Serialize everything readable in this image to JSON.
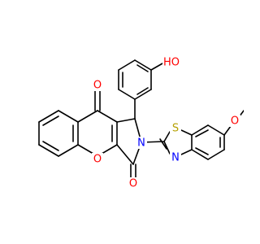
{
  "molecule": {
    "atoms": {
      "oxygen_ketone": "O",
      "oxygen_chromene": "O",
      "oxygen_lactam": "O",
      "hydroxyl": "HO",
      "nitrogen_ring": "N",
      "nitrogen_thiazole": "N",
      "sulfur": "S",
      "methoxy_oxygen": "O"
    },
    "colors": {
      "oxygen": "#ff0000",
      "nitrogen": "#0000ff",
      "sulfur": "#b5a100",
      "bond": "#000000"
    }
  }
}
